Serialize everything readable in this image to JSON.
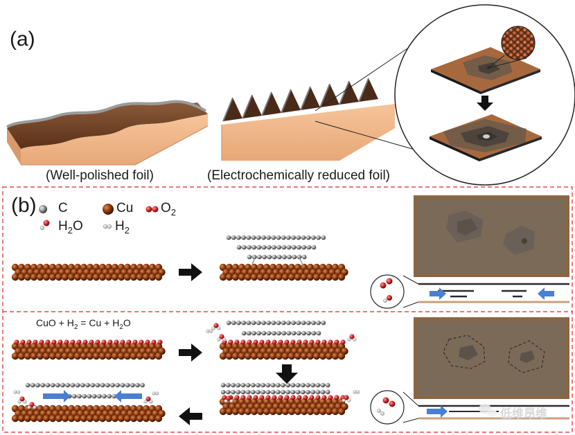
{
  "panels": {
    "a": "(a)",
    "b": "(b)"
  },
  "captions": {
    "well_polished": "(Well-polished foil)",
    "electro_reduced": "(Electrochemically reduced foil)"
  },
  "legend": {
    "c": "C",
    "cu": "Cu",
    "o2_base": "O",
    "o2_sub": "2",
    "h2o_h": "H",
    "h2o_sub": "2",
    "h2o_o": "O",
    "h2_base": "H",
    "h2_sub": "2"
  },
  "equation": {
    "part1": "CuO + H",
    "sub1": "2",
    "part2": " = Cu + H",
    "sub2": "2",
    "part3": "O"
  },
  "watermark": "低维昂维",
  "colors": {
    "copper_top": "#7a4a2c",
    "copper_side": "#f0b88c",
    "graphene": "#6b6b6b",
    "cu_atom": "#8b3a10",
    "o_atom": "#cc2020",
    "c_atom": "#9a9a9a",
    "arrow_blue": "#4a7fd4",
    "dashed_red": "#e04848"
  }
}
